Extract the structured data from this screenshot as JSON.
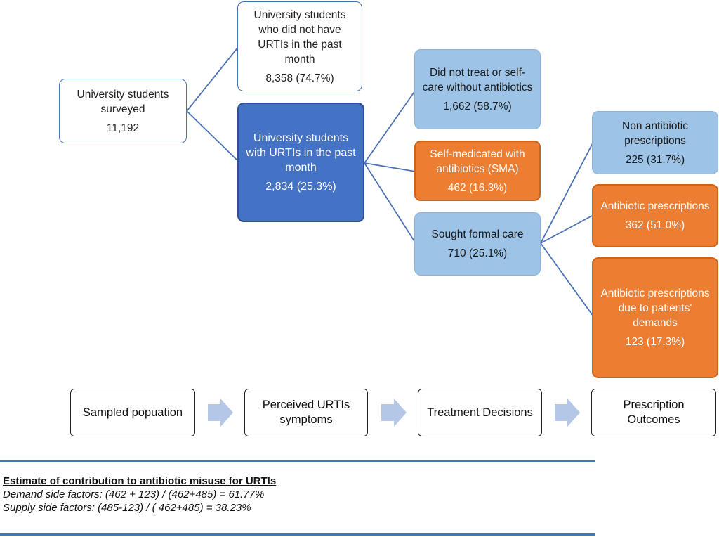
{
  "nodes": {
    "surveyed": {
      "label": "University students surveyed",
      "count": "11,192"
    },
    "no_urti": {
      "label": "University students who did not have URTIs in the past month",
      "count": "8,358 (74.7%)"
    },
    "with_urti": {
      "label": "University students with URTIs in the past month",
      "count": "2,834 (25.3%)"
    },
    "no_treat": {
      "label": "Did not treat or self-care without antibiotics",
      "count": "1,662 (58.7%)"
    },
    "sma": {
      "label": "Self-medicated with antibiotics (SMA)",
      "count": "462 (16.3%)"
    },
    "formal_care": {
      "label": "Sought formal care",
      "count": "710 (25.1%)"
    },
    "non_antibiotic": {
      "label": "Non antibiotic prescriptions",
      "count": "225 (31.7%)"
    },
    "antibiotic": {
      "label": "Antibiotic prescriptions",
      "count": "362 (51.0%)"
    },
    "demand_antibiotic": {
      "label": "Antibiotic prescriptions due to patients' demands",
      "count": "123 (17.3%)"
    }
  },
  "stages": [
    "Sampled popuation",
    "Perceived URTIs symptoms",
    "Treatment Decisions",
    "Prescription Outcomes"
  ],
  "colors": {
    "dark_blue": "#4472c4",
    "light_blue": "#9dc3e6",
    "orange": "#ed7d31",
    "connector": "#4a72b5",
    "stage_arrow": "#b4c7e7"
  },
  "estimate": {
    "heading": "Estimate of contribution to antibiotic misuse for URTIs",
    "demand": "Demand side factors: (462 + 123) / (462+485) = 61.77%",
    "supply": "Supply side factors: (485-123) / ( 462+485) = 38.23%"
  }
}
